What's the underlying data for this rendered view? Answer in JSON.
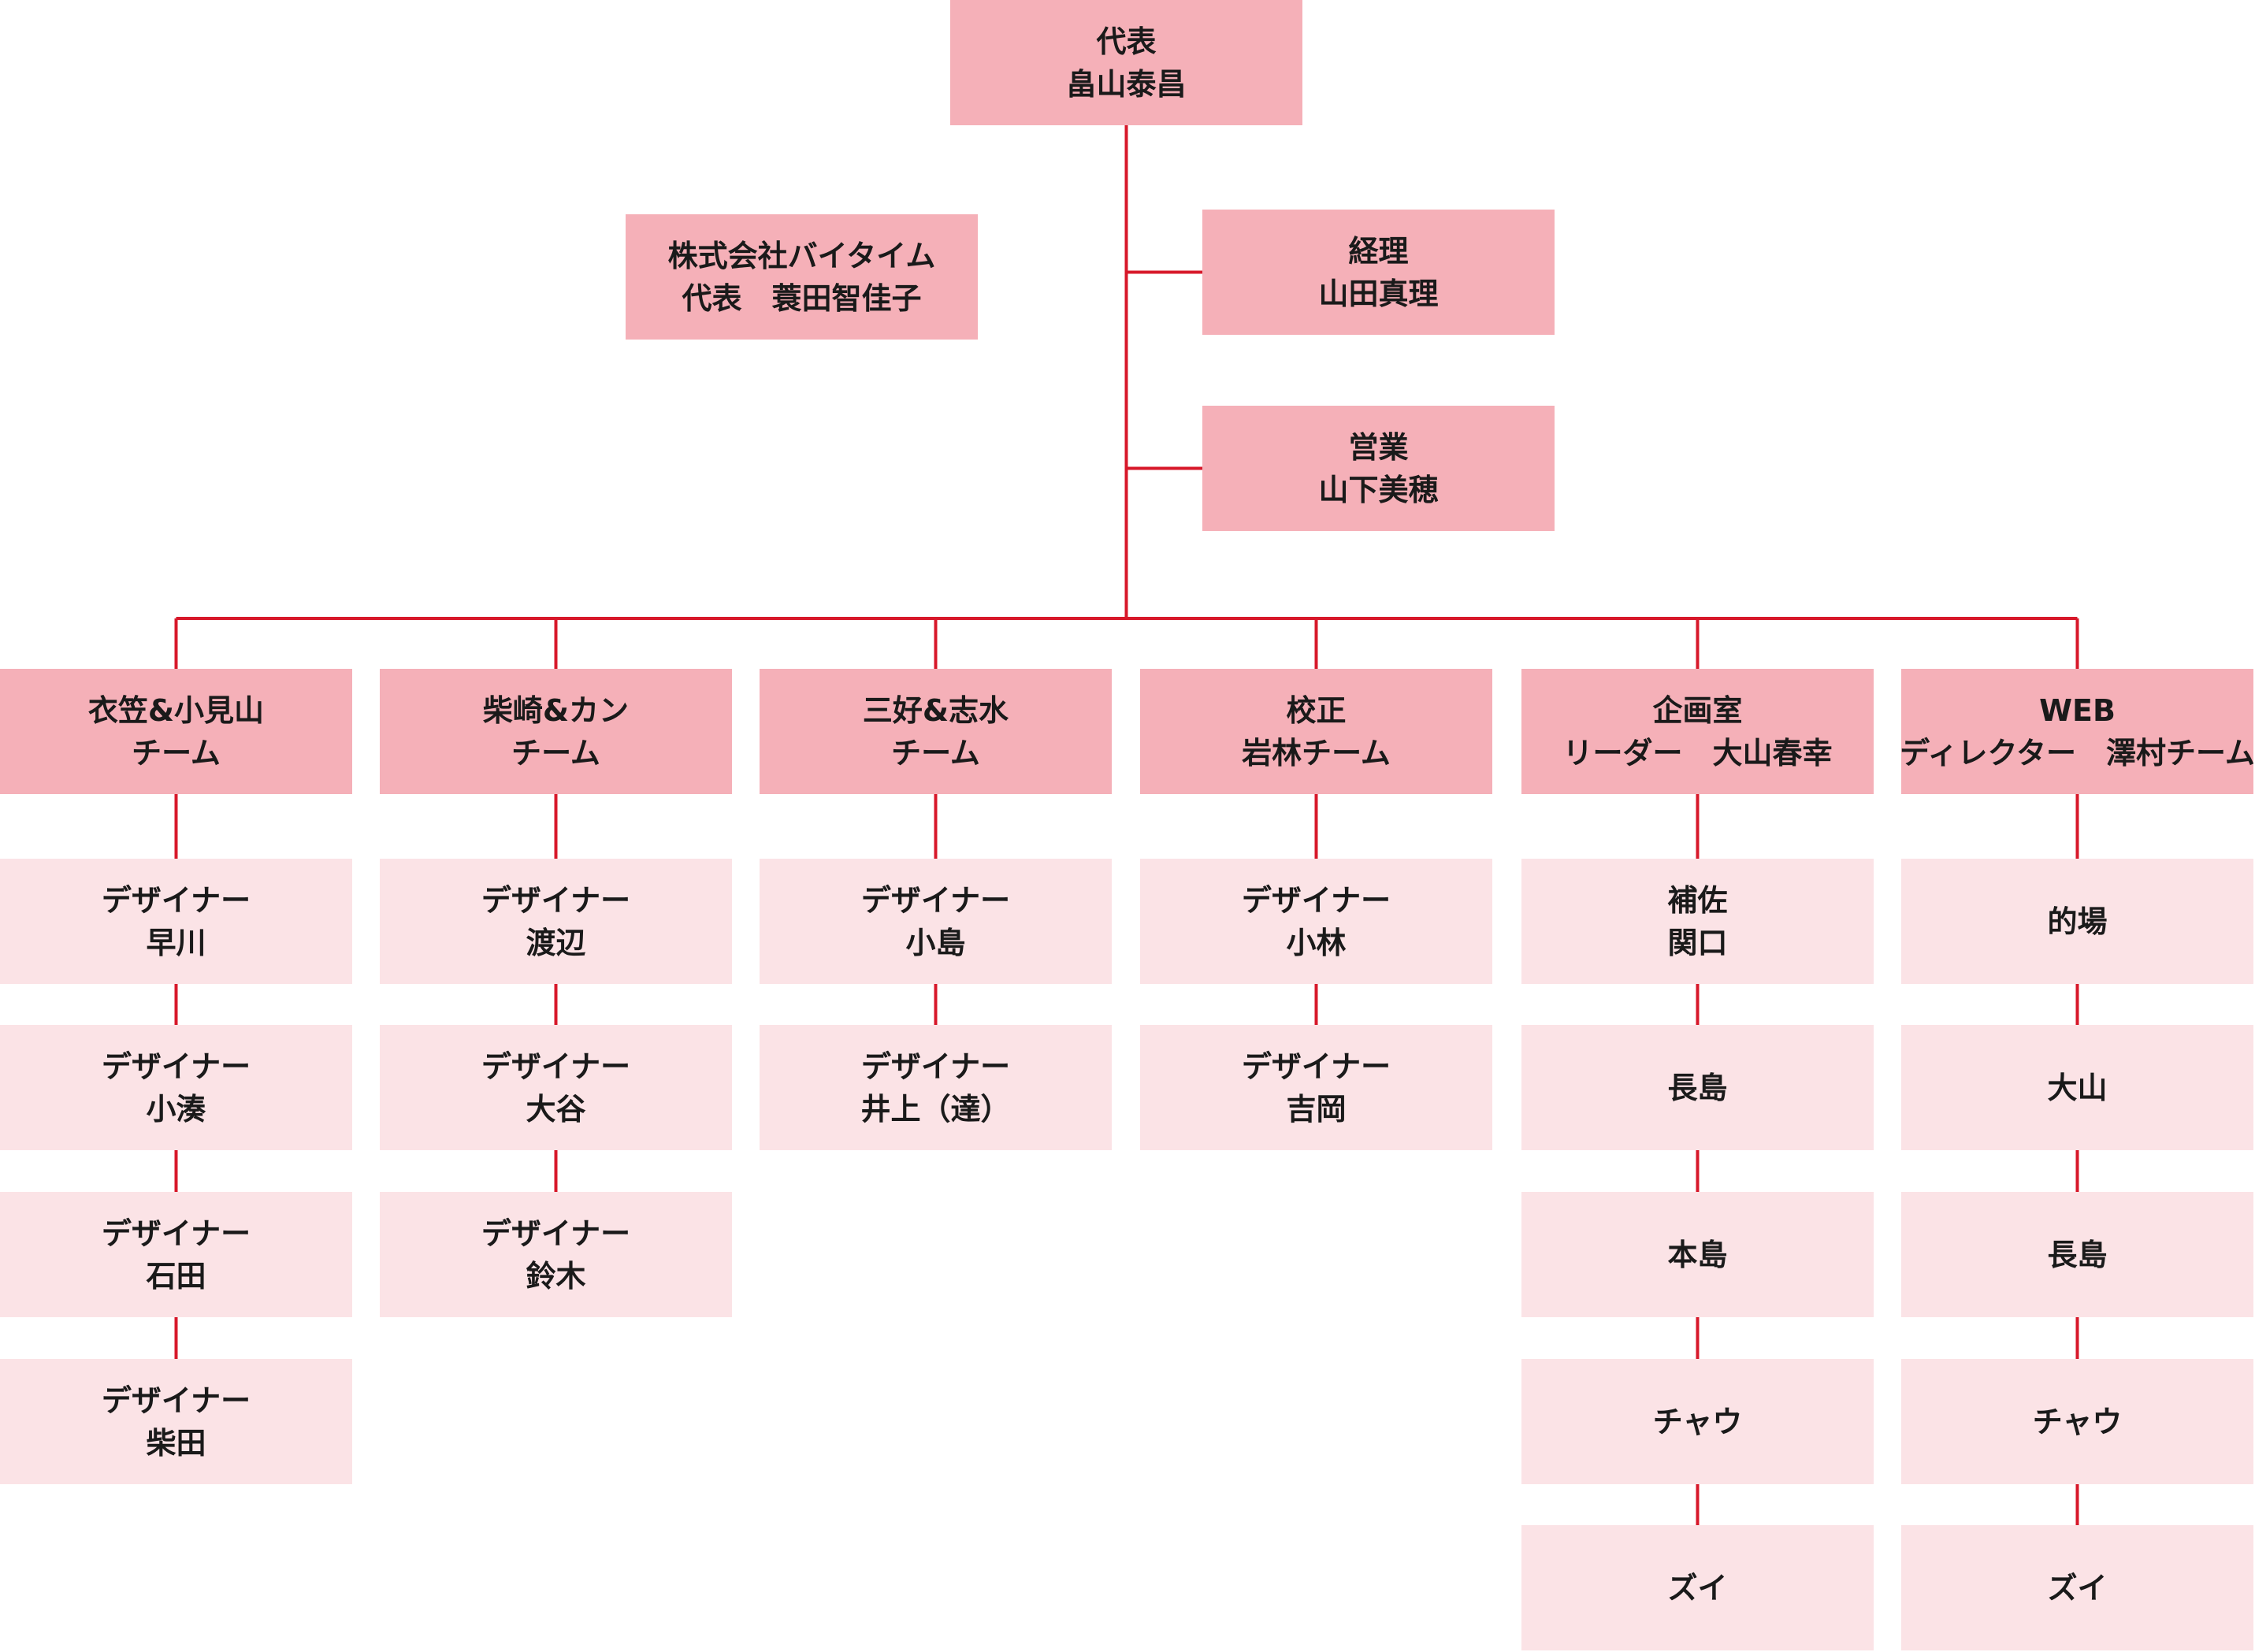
{
  "colors": {
    "dark_box": "#f5b0b8",
    "light_box": "#fbe3e6",
    "connector": "#d7182a"
  },
  "top": {
    "lines": [
      "代表",
      "畠山泰昌"
    ]
  },
  "partner": {
    "lines": [
      "株式会社バイタイム",
      "代表　蓑田智佳子"
    ]
  },
  "staff": [
    {
      "lines": [
        "経理",
        "山田真理"
      ]
    },
    {
      "lines": [
        "営業",
        "山下美穂"
      ]
    }
  ],
  "teams": [
    {
      "header": [
        "衣笠&小見山",
        "チーム"
      ],
      "members": [
        [
          "デザイナー",
          "早川"
        ],
        [
          "デザイナー",
          "小湊"
        ],
        [
          "デザイナー",
          "石田"
        ],
        [
          "デザイナー",
          "柴田"
        ]
      ]
    },
    {
      "header": [
        "柴崎&カン",
        "チーム"
      ],
      "members": [
        [
          "デザイナー",
          "渡辺"
        ],
        [
          "デザイナー",
          "大谷"
        ],
        [
          "デザイナー",
          "鈴木"
        ]
      ]
    },
    {
      "header": [
        "三好&志水",
        "チーム"
      ],
      "members": [
        [
          "デザイナー",
          "小島"
        ],
        [
          "デザイナー",
          "井上（達）"
        ]
      ]
    },
    {
      "header": [
        "校正",
        "岩林チーム"
      ],
      "members": [
        [
          "デザイナー",
          "小林"
        ],
        [
          "デザイナー",
          "吉岡"
        ]
      ]
    },
    {
      "header": [
        "企画室",
        "リーダー　大山春幸"
      ],
      "members": [
        [
          "補佐",
          "関口"
        ],
        [
          "長島"
        ],
        [
          "本島"
        ],
        [
          "チャウ"
        ],
        [
          "ズイ"
        ]
      ]
    },
    {
      "header": [
        "WEB",
        "ディレクター　澤村チーム"
      ],
      "members": [
        [
          "的場"
        ],
        [
          "大山"
        ],
        [
          "長島"
        ],
        [
          "チャウ"
        ],
        [
          "ズイ"
        ]
      ]
    }
  ]
}
